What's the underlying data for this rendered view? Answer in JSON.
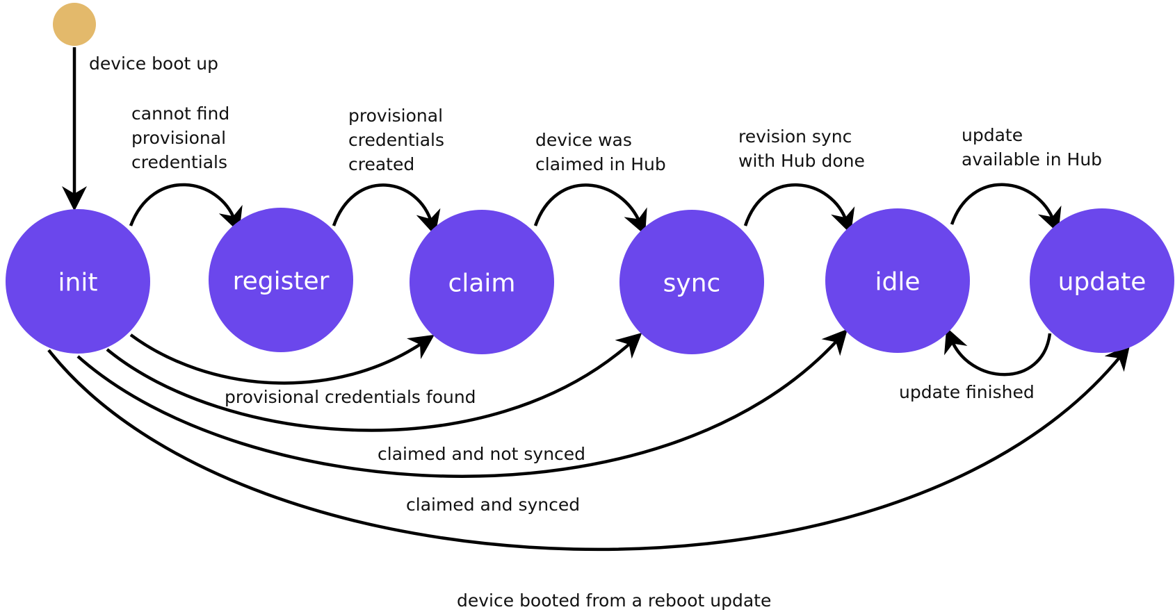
{
  "colors": {
    "state_fill": "#6b47ec",
    "start_fill": "#e3b96b",
    "edge": "#000000",
    "label_text": "#111111",
    "state_text": "#ffffff"
  },
  "states": {
    "init": "init",
    "register": "register",
    "claim": "claim",
    "sync": "sync",
    "idle": "idle",
    "update": "update"
  },
  "transitions": {
    "boot": "device boot up",
    "init_register": [
      "cannot find",
      "provisional",
      "credentials"
    ],
    "register_claim": [
      "provisional",
      "credentials",
      "created"
    ],
    "claim_sync": [
      "device was",
      "claimed in Hub"
    ],
    "sync_idle": [
      "revision sync",
      "with Hub done"
    ],
    "idle_update": [
      "update",
      "available in Hub"
    ],
    "update_idle": "update finished",
    "init_claim": "provisional credentials found",
    "init_sync": "claimed and not synced",
    "init_idle": "claimed and synced",
    "init_update": "device booted from a reboot update"
  }
}
